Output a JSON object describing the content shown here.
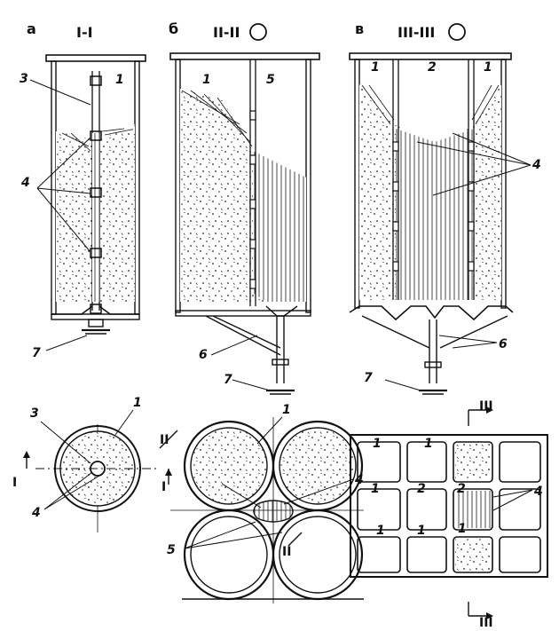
{
  "panels": {
    "a": {
      "letter": "а",
      "section": "I-I"
    },
    "b": {
      "letter": "б",
      "section": "II-II"
    },
    "v": {
      "letter": "в",
      "section": "III-III"
    }
  },
  "labels": {
    "n1": "1",
    "n2": "2",
    "n3": "3",
    "n4": "4",
    "n5": "5",
    "n6": "6",
    "n7": "7"
  },
  "section_marks": {
    "I": "I",
    "II": "II",
    "III": "III"
  },
  "colors": {
    "ink": "#111111",
    "paper": "#ffffff"
  }
}
